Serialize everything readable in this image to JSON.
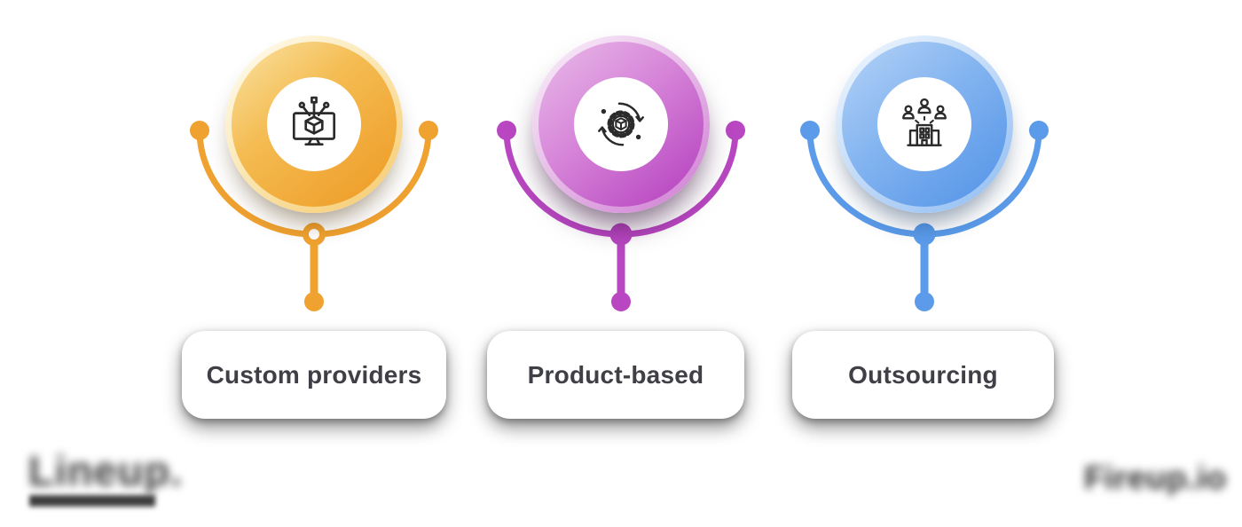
{
  "diagram": {
    "description": "Three software-provider types infographic",
    "items": [
      {
        "id": "custom-providers",
        "label": "Custom providers",
        "icon": "monitor-cube-icon",
        "color": "#F0A230",
        "color_light": "#FAE3A4"
      },
      {
        "id": "product-based",
        "label": "Product-based",
        "icon": "gear-cycle-icon",
        "color": "#B847C1",
        "color_light": "#E9BCE9"
      },
      {
        "id": "outsourcing",
        "label": "Outsourcing",
        "icon": "team-building-icon",
        "color": "#5B9BE9",
        "color_light": "#B6D3F7"
      }
    ],
    "label_text_color": "#3F3F46",
    "icon_stroke_color": "#2b2b2b",
    "card_background": "#FFFFFF"
  },
  "watermarks": {
    "left_logo_text": "Lineup.",
    "left_logo_illegible": true,
    "right_logo_text": "Fireup.io",
    "right_logo_illegible": true
  }
}
